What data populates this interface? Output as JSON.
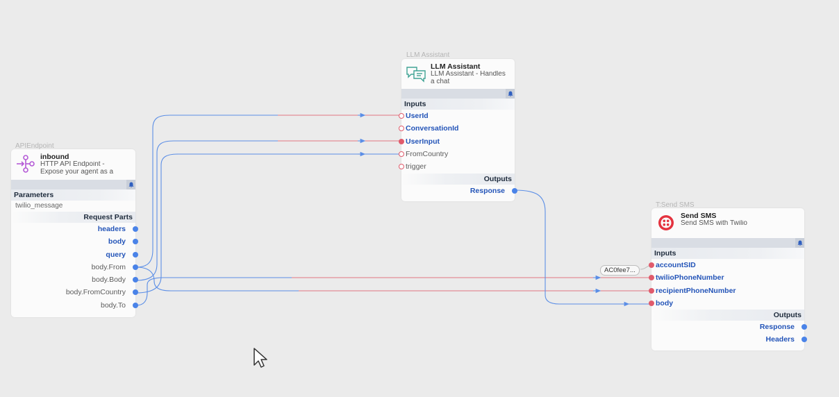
{
  "nodes": {
    "api": {
      "caption": "APIEndpoint",
      "title": "inbound",
      "subtitle": "HTTP API Endpoint - Expose your agent as a",
      "parameters_label": "Parameters",
      "parameter_value": "twilio_message",
      "request_parts_label": "Request Parts",
      "outputs": [
        {
          "label": "headers",
          "style": "strong"
        },
        {
          "label": "body",
          "style": "strong"
        },
        {
          "label": "query",
          "style": "strong"
        },
        {
          "label": "body.From",
          "style": "dim"
        },
        {
          "label": "body.Body",
          "style": "dim"
        },
        {
          "label": "body.FromCountry",
          "style": "dim"
        },
        {
          "label": "body.To",
          "style": "dim"
        }
      ],
      "icon": "endpoint-branch-icon"
    },
    "llm": {
      "caption": "LLM Assistant",
      "title": "LLM Assistant",
      "subtitle": "LLM Assistant - Handles a chat",
      "inputs_label": "Inputs",
      "inputs": [
        {
          "label": "UserId",
          "style": "strong",
          "port": "hollow"
        },
        {
          "label": "ConversationId",
          "style": "strong",
          "port": "hollow"
        },
        {
          "label": "UserInput",
          "style": "strong",
          "port": "filled"
        },
        {
          "label": "FromCountry",
          "style": "dim",
          "port": "hollow"
        },
        {
          "label": "trigger",
          "style": "dim",
          "port": "hollow"
        }
      ],
      "outputs_label": "Outputs",
      "outputs": [
        {
          "label": "Response",
          "style": "strong"
        }
      ],
      "icon": "chat-bubbles-icon"
    },
    "sms": {
      "caption": "T:Send SMS",
      "title": "Send SMS",
      "subtitle": "Send SMS with Twilio",
      "inputs_label": "Inputs",
      "inputs": [
        {
          "label": "accountSID",
          "style": "strong",
          "port": "filled"
        },
        {
          "label": "twilioPhoneNumber",
          "style": "strong",
          "port": "filled"
        },
        {
          "label": "recipientPhoneNumber",
          "style": "strong",
          "port": "filled"
        },
        {
          "label": "body",
          "style": "strong",
          "port": "filled"
        }
      ],
      "outputs_label": "Outputs",
      "outputs": [
        {
          "label": "Response",
          "style": "strong"
        },
        {
          "label": "Headers",
          "style": "strong"
        }
      ],
      "account_chip": "AC0fee7...",
      "icon": "twilio-logo-icon"
    }
  },
  "colors": {
    "wire_blue": "#5b8ee6",
    "wire_red": "#e07480",
    "port_blue": "#4a83e8",
    "port_red": "#e05b6c",
    "label_blue": "#2354b8",
    "canvas": "#ebebeb"
  }
}
